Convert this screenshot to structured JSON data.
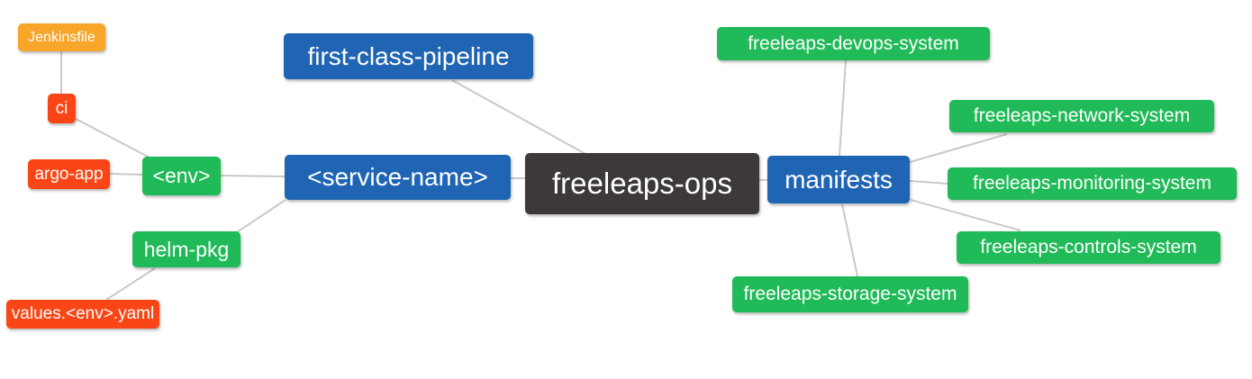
{
  "diagram": {
    "type": "mindmap",
    "root_label": "freeleaps-ops",
    "colors": {
      "blue": "#2064b4",
      "dark": "#3d3939",
      "green": "#20ba58",
      "red": "#fa4616",
      "orange": "#f7a62a",
      "edge": "#c9c9c9",
      "text": "#ffffff",
      "background": "#ffffff"
    },
    "nodes": [
      {
        "id": "jenkinsfile",
        "label": "Jenkinsfile",
        "color": "orange"
      },
      {
        "id": "ci",
        "label": "ci",
        "color": "red"
      },
      {
        "id": "argo-app",
        "label": "argo-app",
        "color": "red"
      },
      {
        "id": "env",
        "label": "<env>",
        "color": "green"
      },
      {
        "id": "helm-pkg",
        "label": "helm-pkg",
        "color": "green"
      },
      {
        "id": "values-env-yaml",
        "label": "values.<env>.yaml",
        "color": "red"
      },
      {
        "id": "first-class-pipeline",
        "label": "first-class-pipeline",
        "color": "blue"
      },
      {
        "id": "service-name",
        "label": "<service-name>",
        "color": "blue"
      },
      {
        "id": "freeleaps-ops",
        "label": "freeleaps-ops",
        "color": "dark"
      },
      {
        "id": "manifests",
        "label": "manifests",
        "color": "blue"
      },
      {
        "id": "devops-system",
        "label": "freeleaps-devops-system",
        "color": "green"
      },
      {
        "id": "network-system",
        "label": "freeleaps-network-system",
        "color": "green"
      },
      {
        "id": "monitoring-system",
        "label": "freeleaps-monitoring-system",
        "color": "green"
      },
      {
        "id": "controls-system",
        "label": "freeleaps-controls-system",
        "color": "green"
      },
      {
        "id": "storage-system",
        "label": "freeleaps-storage-system",
        "color": "green"
      }
    ],
    "edges": [
      {
        "from": "ci",
        "to": "jenkinsfile"
      },
      {
        "from": "env",
        "to": "ci"
      },
      {
        "from": "env",
        "to": "argo-app"
      },
      {
        "from": "service-name",
        "to": "env"
      },
      {
        "from": "service-name",
        "to": "helm-pkg"
      },
      {
        "from": "helm-pkg",
        "to": "values-env-yaml"
      },
      {
        "from": "freeleaps-ops",
        "to": "first-class-pipeline"
      },
      {
        "from": "freeleaps-ops",
        "to": "service-name"
      },
      {
        "from": "freeleaps-ops",
        "to": "manifests"
      },
      {
        "from": "manifests",
        "to": "devops-system"
      },
      {
        "from": "manifests",
        "to": "network-system"
      },
      {
        "from": "manifests",
        "to": "monitoring-system"
      },
      {
        "from": "manifests",
        "to": "controls-system"
      },
      {
        "from": "manifests",
        "to": "storage-system"
      }
    ]
  }
}
